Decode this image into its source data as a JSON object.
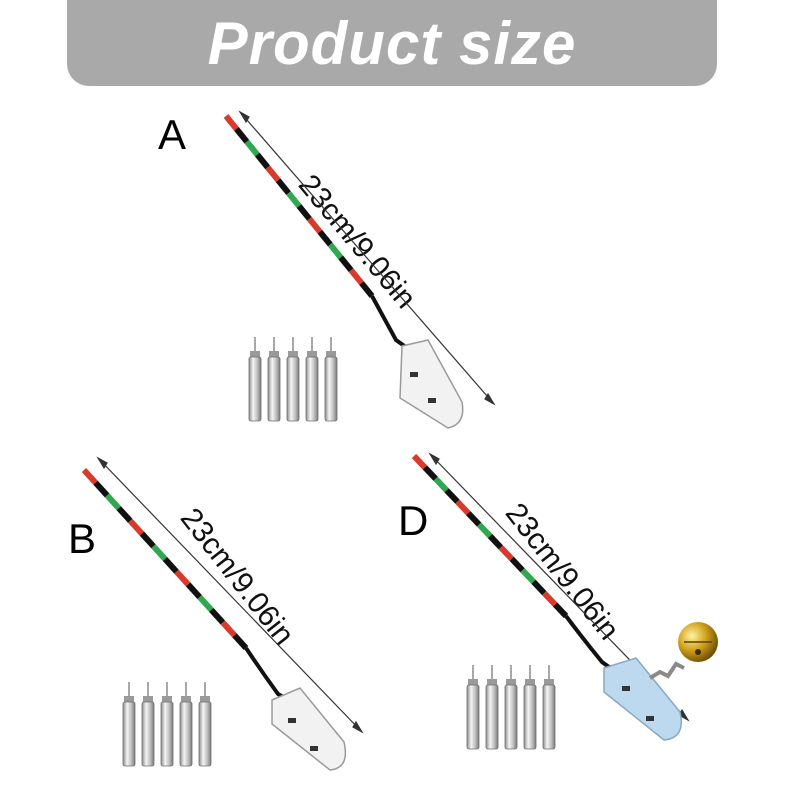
{
  "header": {
    "title": "Product size"
  },
  "variants": [
    {
      "letter": "A",
      "length_label": "23cm/9.06in",
      "clip_color": "#f2f2f2",
      "has_bell": false
    },
    {
      "letter": "B",
      "length_label": "23cm/9.06in",
      "clip_color": "#f2f2f2",
      "has_bell": false
    },
    {
      "letter": "D",
      "length_label": "23cm/9.06in",
      "clip_color": "#bcd9f0",
      "has_bell": true
    }
  ],
  "colors": {
    "red": "#d93a2b",
    "green": "#2fa84f",
    "black": "#111111",
    "banner": "#a9a9a9"
  }
}
